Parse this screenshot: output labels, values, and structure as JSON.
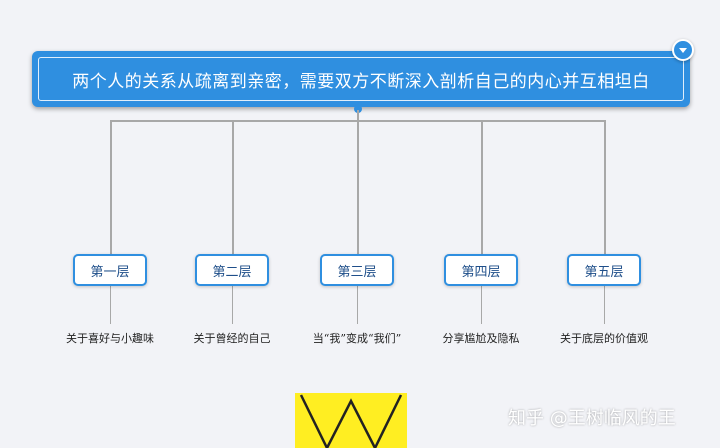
{
  "diagram": {
    "root": "两个人的关系从疏离到亲密，需要双方不断深入剖析自己的内心并互相坦白",
    "layers": [
      {
        "label": "第一层",
        "desc": "关于喜好与小趣味"
      },
      {
        "label": "第二层",
        "desc": "关于曾经的自己"
      },
      {
        "label": "第三层",
        "desc": "当“我”变成“我们”"
      },
      {
        "label": "第四层",
        "desc": "分享尴尬及隐私"
      },
      {
        "label": "第五层",
        "desc": "关于底层的价值观"
      }
    ]
  },
  "watermark": "知乎 @王树临风的王",
  "colors": {
    "accent": "#2f8fe0",
    "background": "#f2f3f7",
    "line": "#a8a8a8",
    "thumb": "#ffee22"
  },
  "icons": {
    "collapse": "chevron-down-icon"
  }
}
